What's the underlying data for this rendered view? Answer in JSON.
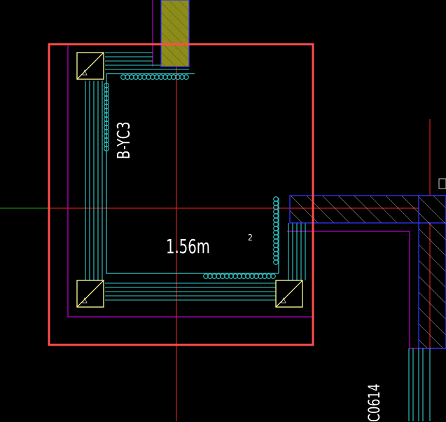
{
  "drawing": {
    "element_tag": "B-YC3",
    "area_value": "1.56m",
    "area_superscript": "2",
    "window_code": "C0614",
    "colors": {
      "background": "#000000",
      "selection_box": "#ff4d4d",
      "column_outline": "#ffff99",
      "wall_cyan": "#33cccc",
      "axis_red": "#ff2020",
      "axis_green": "#1fa31f",
      "magenta": "#b400c8",
      "blue": "#3333ff",
      "olive_fill": "#8c8c1a",
      "text": "#ffffff"
    },
    "icons": [
      "selection-box",
      "column-hatch",
      "rebar-coil",
      "hatch-wall"
    ]
  }
}
